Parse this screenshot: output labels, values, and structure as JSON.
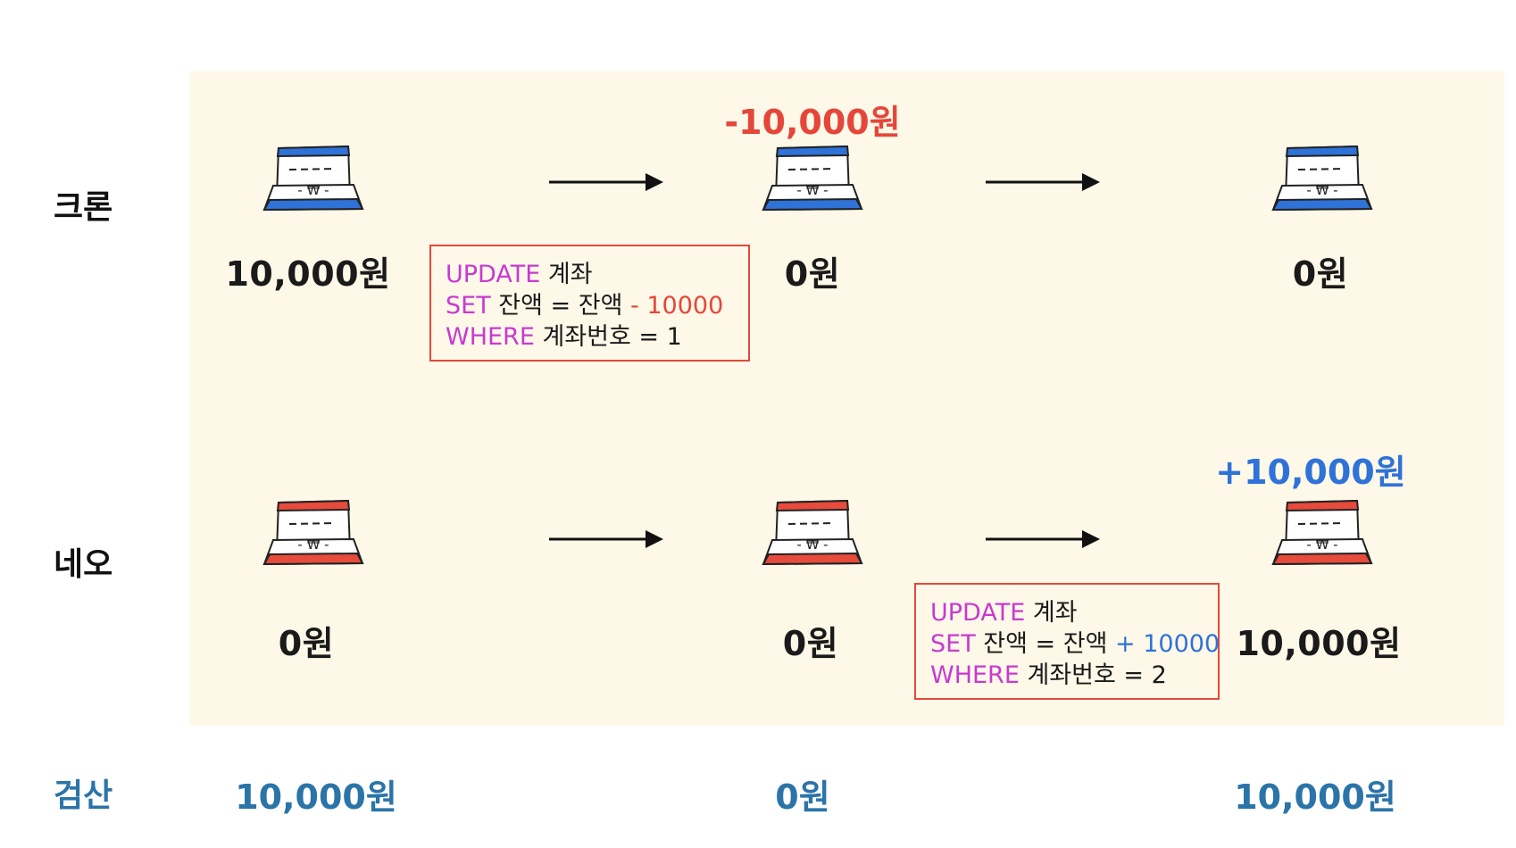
{
  "colors": {
    "panel_bg": "#fdf8e7",
    "keyword": "#c83ad0",
    "minus": "#e6463a",
    "plus": "#2f72d8",
    "check": "#2b74a8",
    "box_border": "#e04a3a",
    "account_blue": "#2f72d8",
    "account_red": "#e64b3c"
  },
  "rows": {
    "kron": {
      "label": "크론",
      "amounts": [
        "10,000원",
        "0원",
        "0원"
      ],
      "delta": "-10,000원",
      "icon": "bank-book-icon-blue"
    },
    "neo": {
      "label": "네오",
      "amounts": [
        "0원",
        "0원",
        "10,000원"
      ],
      "delta": "+10,000원",
      "icon": "bank-book-icon-red"
    }
  },
  "sql_debit": {
    "line1_kw": "UPDATE",
    "line1_rest": " 계좌",
    "line2_kw": "SET",
    "line2_rest": " 잔액 = 잔액 ",
    "line2_op": "- 10000",
    "line3_kw": "WHERE",
    "line3_rest": " 계좌번호 = 1"
  },
  "sql_credit": {
    "line1_kw": "UPDATE",
    "line1_rest": " 계좌",
    "line2_kw": "SET",
    "line2_rest": " 잔액 = 잔액 ",
    "line2_op": "+ 10000",
    "line3_kw": "WHERE",
    "line3_rest": " 계좌번호 = 2"
  },
  "check": {
    "label": "검산",
    "amounts": [
      "10,000원",
      "0원",
      "10,000원"
    ]
  },
  "icons": {
    "bank_book": "bank-book-icon",
    "arrow": "arrow-right-icon",
    "won_mark": "₩"
  }
}
